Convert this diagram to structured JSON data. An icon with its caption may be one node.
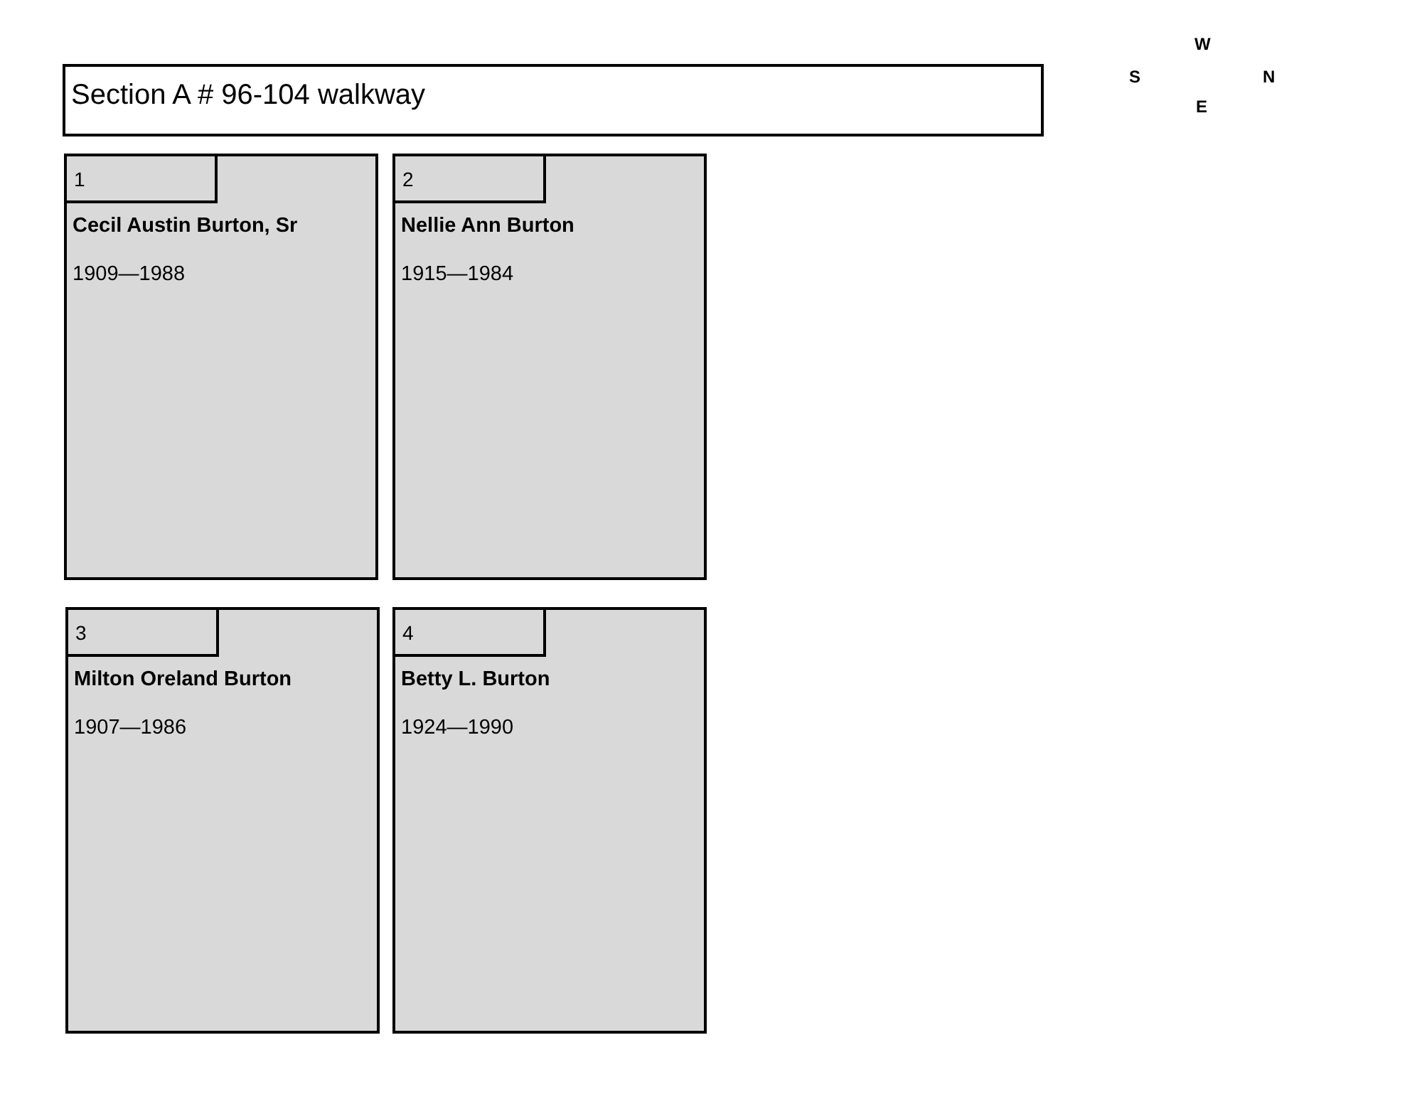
{
  "diagram": {
    "nodes": [
      {
        "text": [
          "Section A # 96-104 walkway"
        ]
      },
      {
        "text": [
          "Cecil Austin Burton, Sr",
          "1909—1988"
        ]
      },
      {
        "text": [
          "1"
        ],
        "in": 1
      },
      {
        "text": [
          "Nellie Ann Burton",
          "1915—1984"
        ]
      },
      {
        "text": [
          "2"
        ],
        "in": 3
      },
      {
        "text": [
          "Milton Oreland Burton",
          "1907—1986"
        ]
      },
      {
        "text": [
          "3"
        ],
        "in": 5
      },
      {
        "text": [
          "Betty L. Burton",
          "1924—1990"
        ]
      },
      {
        "text": [
          "4"
        ],
        "in": 7
      }
    ],
    "edges": [],
    "labels": [
      "W",
      "S",
      "N",
      "E"
    ]
  }
}
